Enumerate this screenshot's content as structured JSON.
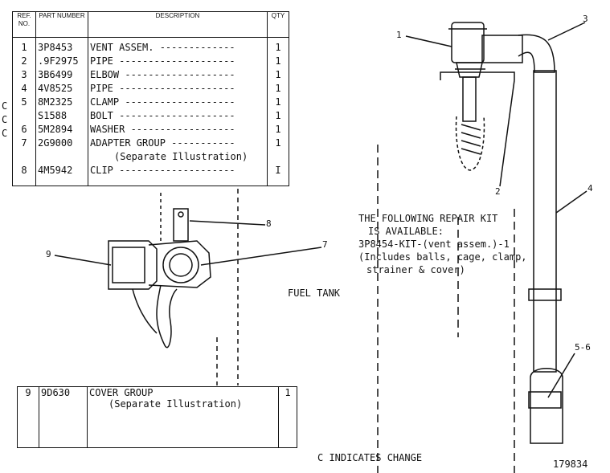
{
  "parts_table": {
    "headers": {
      "ref": "REF. NO.",
      "part": "PART NUMBER",
      "desc": "DESCRIPTION",
      "qty": "QTY"
    },
    "rows": [
      {
        "change": "",
        "ref": "1",
        "part": "3P8453",
        "desc": "VENT ASSEM.",
        "qty": "1"
      },
      {
        "change": "",
        "ref": "2",
        "part": ".9F2975",
        "desc": "PIPE",
        "qty": "1"
      },
      {
        "change": "",
        "ref": "3",
        "part": "3B6499",
        "desc": "ELBOW",
        "qty": "1"
      },
      {
        "change": "",
        "ref": "4",
        "part": "4V8525",
        "desc": "PIPE",
        "qty": "1"
      },
      {
        "change": "C",
        "ref": "5",
        "part": "8M2325",
        "desc": "CLAMP",
        "qty": "1"
      },
      {
        "change": "C",
        "ref": "",
        "part": "S1588",
        "desc": "BOLT",
        "qty": "1"
      },
      {
        "change": "C",
        "ref": "6",
        "part": "5M2894",
        "desc": "WASHER",
        "qty": "1"
      },
      {
        "change": "",
        "ref": "7",
        "part": "2G9000",
        "desc": "ADAPTER GROUP",
        "desc2": "(Separate Illustration)",
        "qty": "1"
      },
      {
        "change": "",
        "ref": "8",
        "part": "4M5942",
        "desc": "CLIP",
        "qty": "I"
      }
    ]
  },
  "cover_row": {
    "ref": "9",
    "part": "9D630",
    "desc": "COVER GROUP",
    "desc2": "(Separate Illustration)",
    "qty": "1"
  },
  "repair_note": {
    "lines": [
      "THE FOLLOWING REPAIR KIT",
      "IS AVAILABLE:",
      "3P8454-KIT-(vent assem.)-1",
      "(Includes balls, cage, clamp,",
      "strainer & cover)"
    ]
  },
  "fuel_tank_label": "FUEL TANK",
  "change_note": "C INDICATES CHANGE",
  "figure_number": "179834",
  "callouts": {
    "c1": "1",
    "c2": "2",
    "c3": "3",
    "c4": "4",
    "c56": "5-6",
    "c7": "7",
    "c8": "8",
    "c9": "9"
  }
}
